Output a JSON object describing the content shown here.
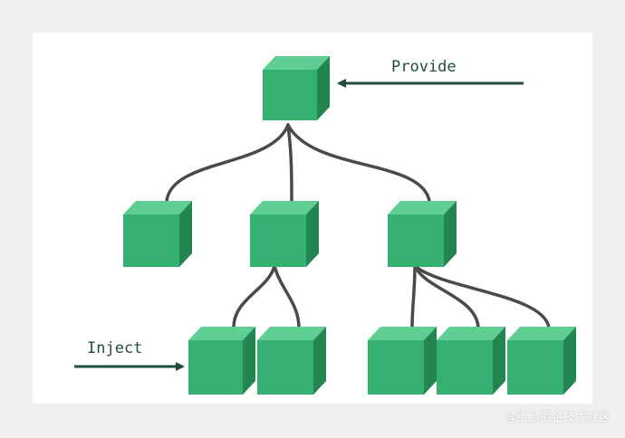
{
  "labels": {
    "provide": "Provide",
    "inject": "Inject"
  },
  "watermark": "@稀土掘金技术社区",
  "colors": {
    "cube_front": "#35b071",
    "cube_top": "#5fce92",
    "cube_side": "#23854f",
    "connector": "#4a4a4a",
    "arrow": "#1f4d3a"
  }
}
